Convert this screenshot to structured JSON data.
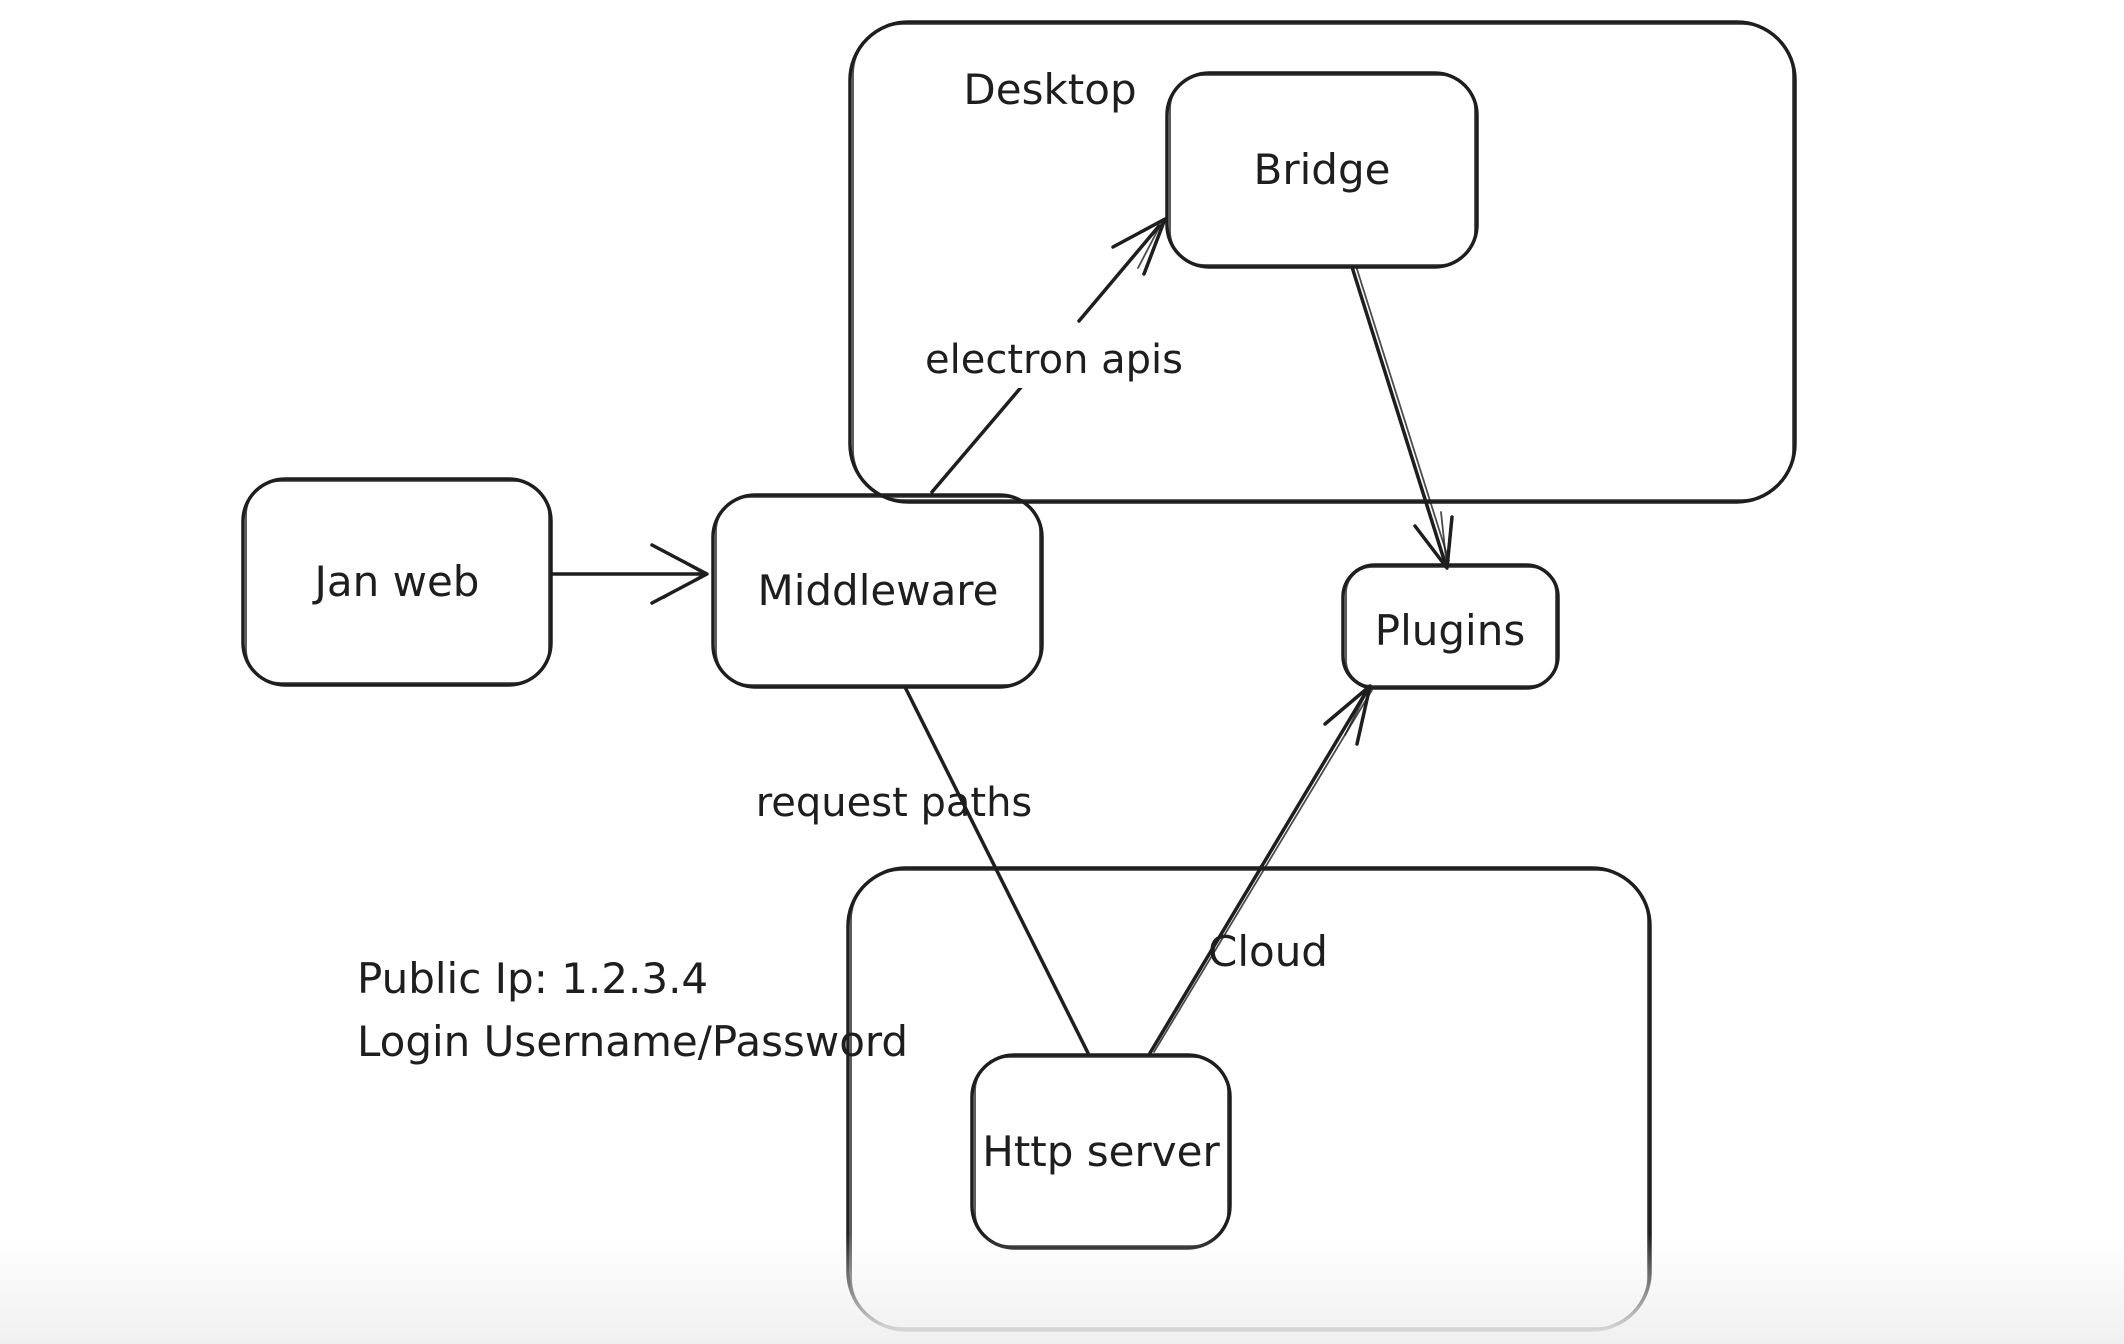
{
  "canvas": {
    "background": "#ffffff",
    "stroke_color": "#1e1e1e",
    "bottom_fade_color": "#f0f0f1"
  },
  "containers": {
    "desktop": {
      "label": "Desktop"
    },
    "cloud": {
      "label": "Cloud"
    }
  },
  "nodes": {
    "jan_web": {
      "label": "Jan web"
    },
    "middleware": {
      "label": "Middleware"
    },
    "bridge": {
      "label": "Bridge"
    },
    "plugins": {
      "label": "Plugins"
    },
    "http_server": {
      "label": "Http server"
    }
  },
  "edges": {
    "jan_web_to_middleware": {
      "from": "Jan web",
      "to": "Middleware",
      "label": ""
    },
    "middleware_to_bridge": {
      "from": "Middleware",
      "to": "Bridge",
      "label": "electron apis"
    },
    "bridge_to_plugins": {
      "from": "Bridge",
      "to": "Plugins",
      "label": ""
    },
    "middleware_to_http_server": {
      "from": "Middleware",
      "to": "Http server",
      "label": "request paths"
    },
    "http_server_to_plugins": {
      "from": "Http server",
      "to": "Plugins",
      "label": ""
    }
  },
  "notes": {
    "public_ip": "Public Ip: 1.2.3.4",
    "login": "Login Username/Password"
  }
}
